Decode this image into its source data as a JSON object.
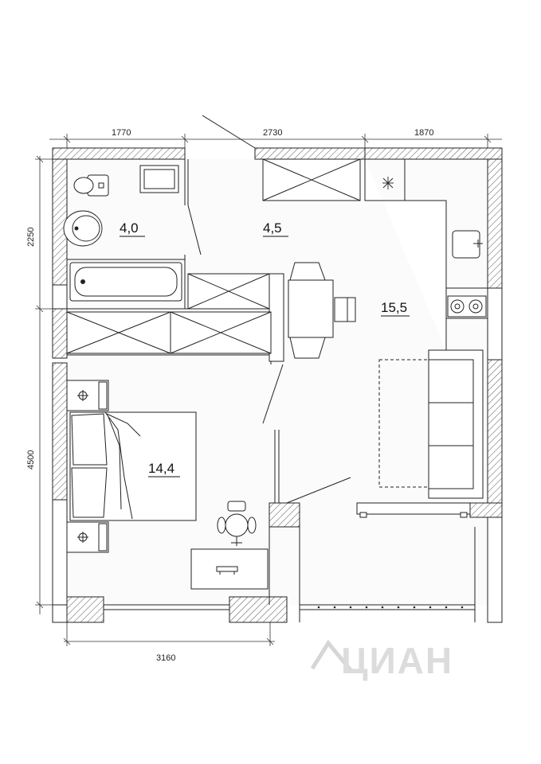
{
  "dimensions": {
    "top": [
      "1770",
      "2730",
      "1870"
    ],
    "left": [
      "2250",
      "4500"
    ],
    "bottom": "3160"
  },
  "rooms": [
    {
      "id": "bathroom",
      "area": "4,0"
    },
    {
      "id": "hall",
      "area": "4,5"
    },
    {
      "id": "kitchen-living",
      "area": "15,5"
    },
    {
      "id": "bedroom",
      "area": "14,4"
    }
  ],
  "watermark": {
    "text": "ЦИАН",
    "icon": "cian-house-icon"
  },
  "colors": {
    "wall": "#ffffff",
    "line": "#1a1a1a",
    "floor": "#fafafa"
  }
}
